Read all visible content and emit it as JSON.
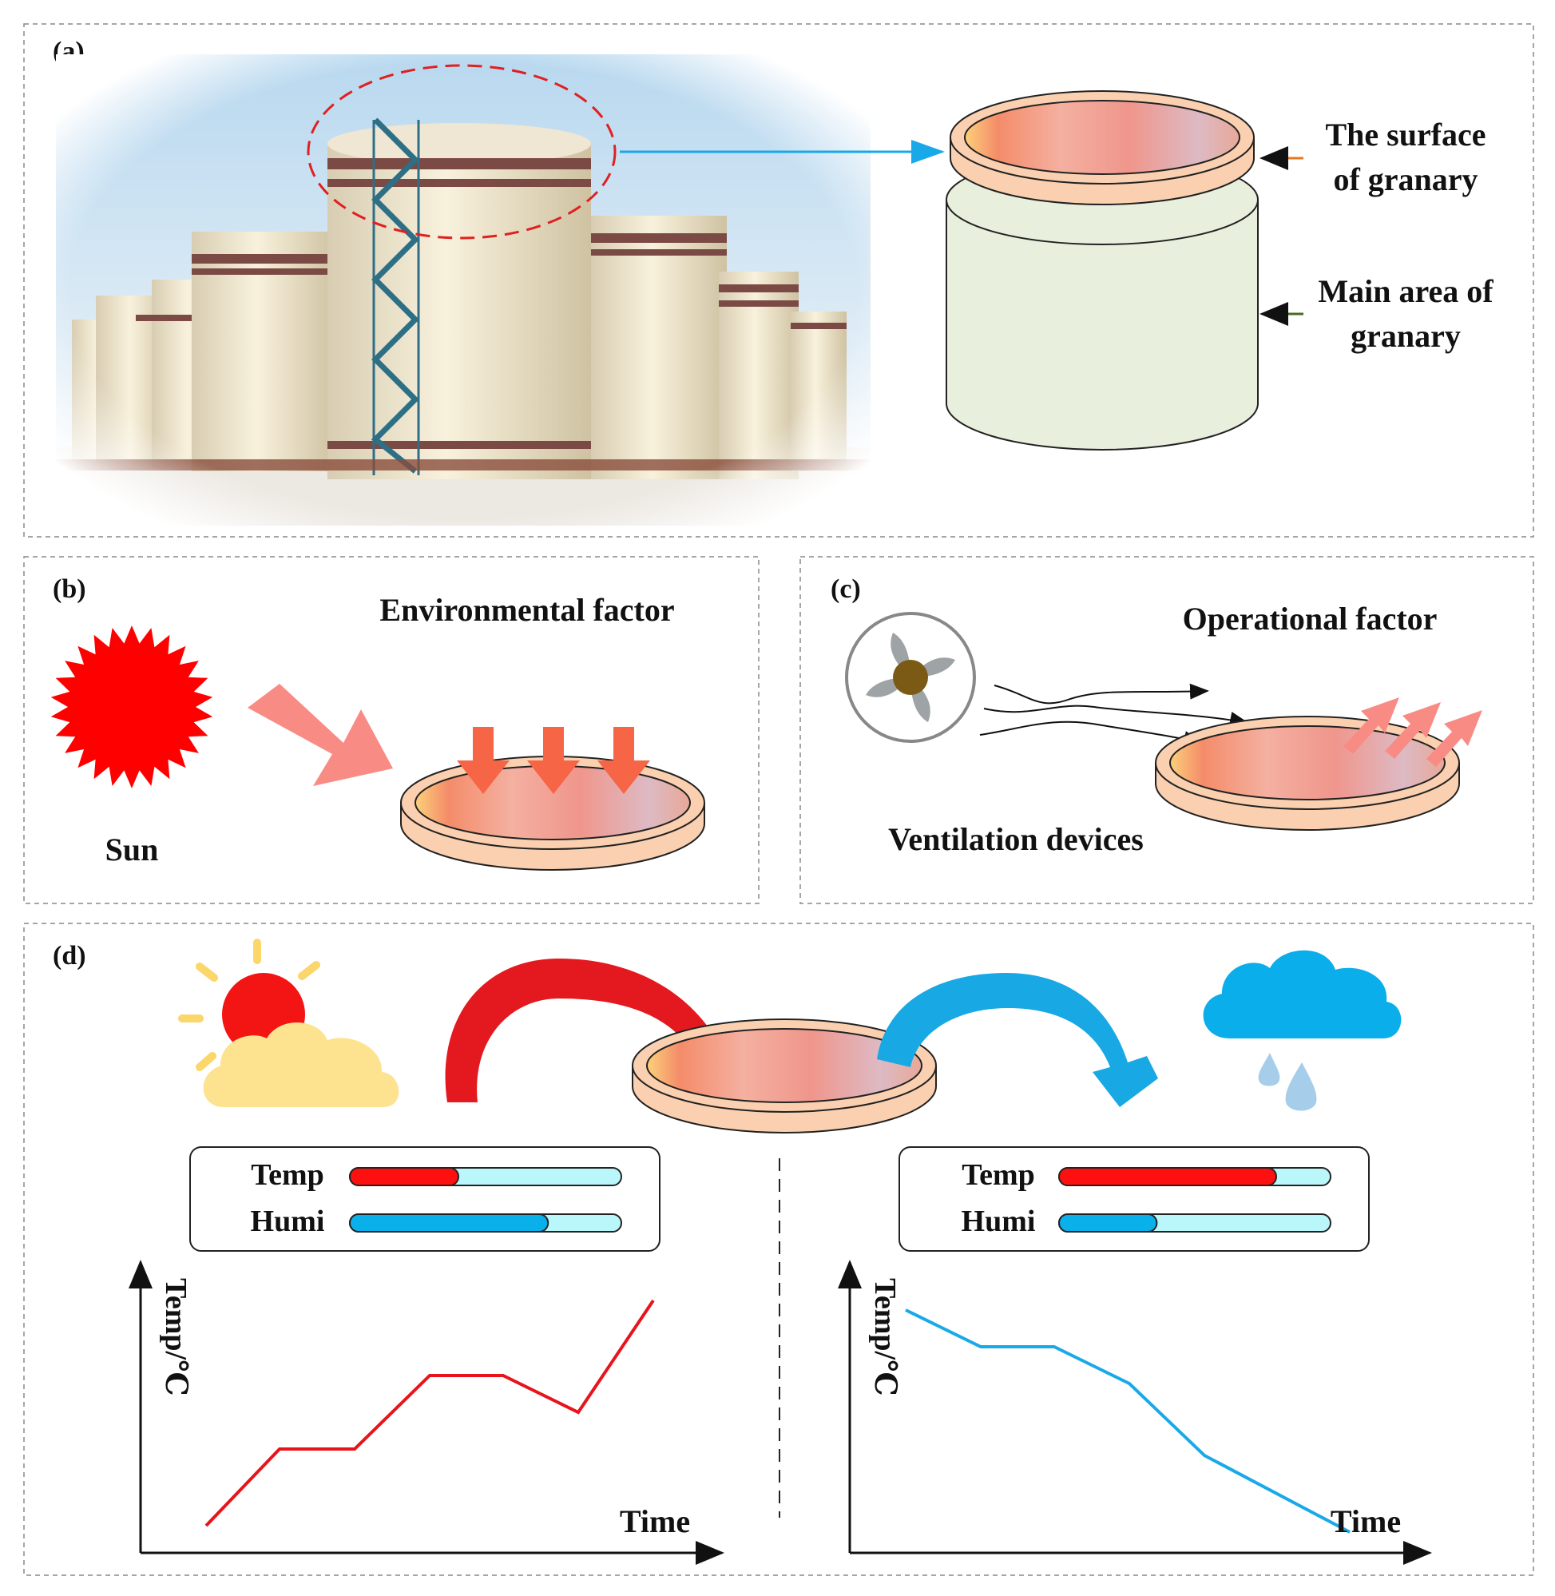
{
  "panel_a": {
    "tag": "(a)",
    "surface_label": [
      "The surface",
      "of granary"
    ],
    "main_label": [
      "Main area of",
      "granary"
    ]
  },
  "panel_b": {
    "tag": "(b)",
    "title": "Environmental factor",
    "sun_label": "Sun"
  },
  "panel_c": {
    "tag": "(c)",
    "title": "Operational factor",
    "fan_label": "Ventilation devices"
  },
  "panel_d": {
    "tag": "(d)",
    "left_gauge": {
      "temp_label": "Temp",
      "humi_label": "Humi",
      "temp_level": 0.4,
      "humi_level": 0.73
    },
    "right_gauge": {
      "temp_label": "Temp",
      "humi_label": "Humi",
      "temp_level": 0.8,
      "humi_level": 0.36
    },
    "left_chart": {
      "ylabel": "Temp/℃",
      "xlabel": "Time",
      "color": "#e8141b"
    },
    "right_chart": {
      "ylabel": "Temp/℃",
      "xlabel": "Time",
      "color": "#1aa9e8"
    }
  },
  "colors": {
    "hot_red": "#ff0000",
    "arrow_salmon": "#f98b85",
    "arrow_orange": "#f56546",
    "rain_blue": "#0aaeea",
    "sunny_yellow": "#fbd66a",
    "gauge_track": "#b9f7fb",
    "humi_fill": "#0ab0ea",
    "dish_outer": "#fad0b0",
    "main_body": "#e9efdd"
  },
  "icons": [
    "sun-icon",
    "fan-icon",
    "partly-sunny-icon",
    "rain-cloud-icon",
    "silo-photo"
  ]
}
